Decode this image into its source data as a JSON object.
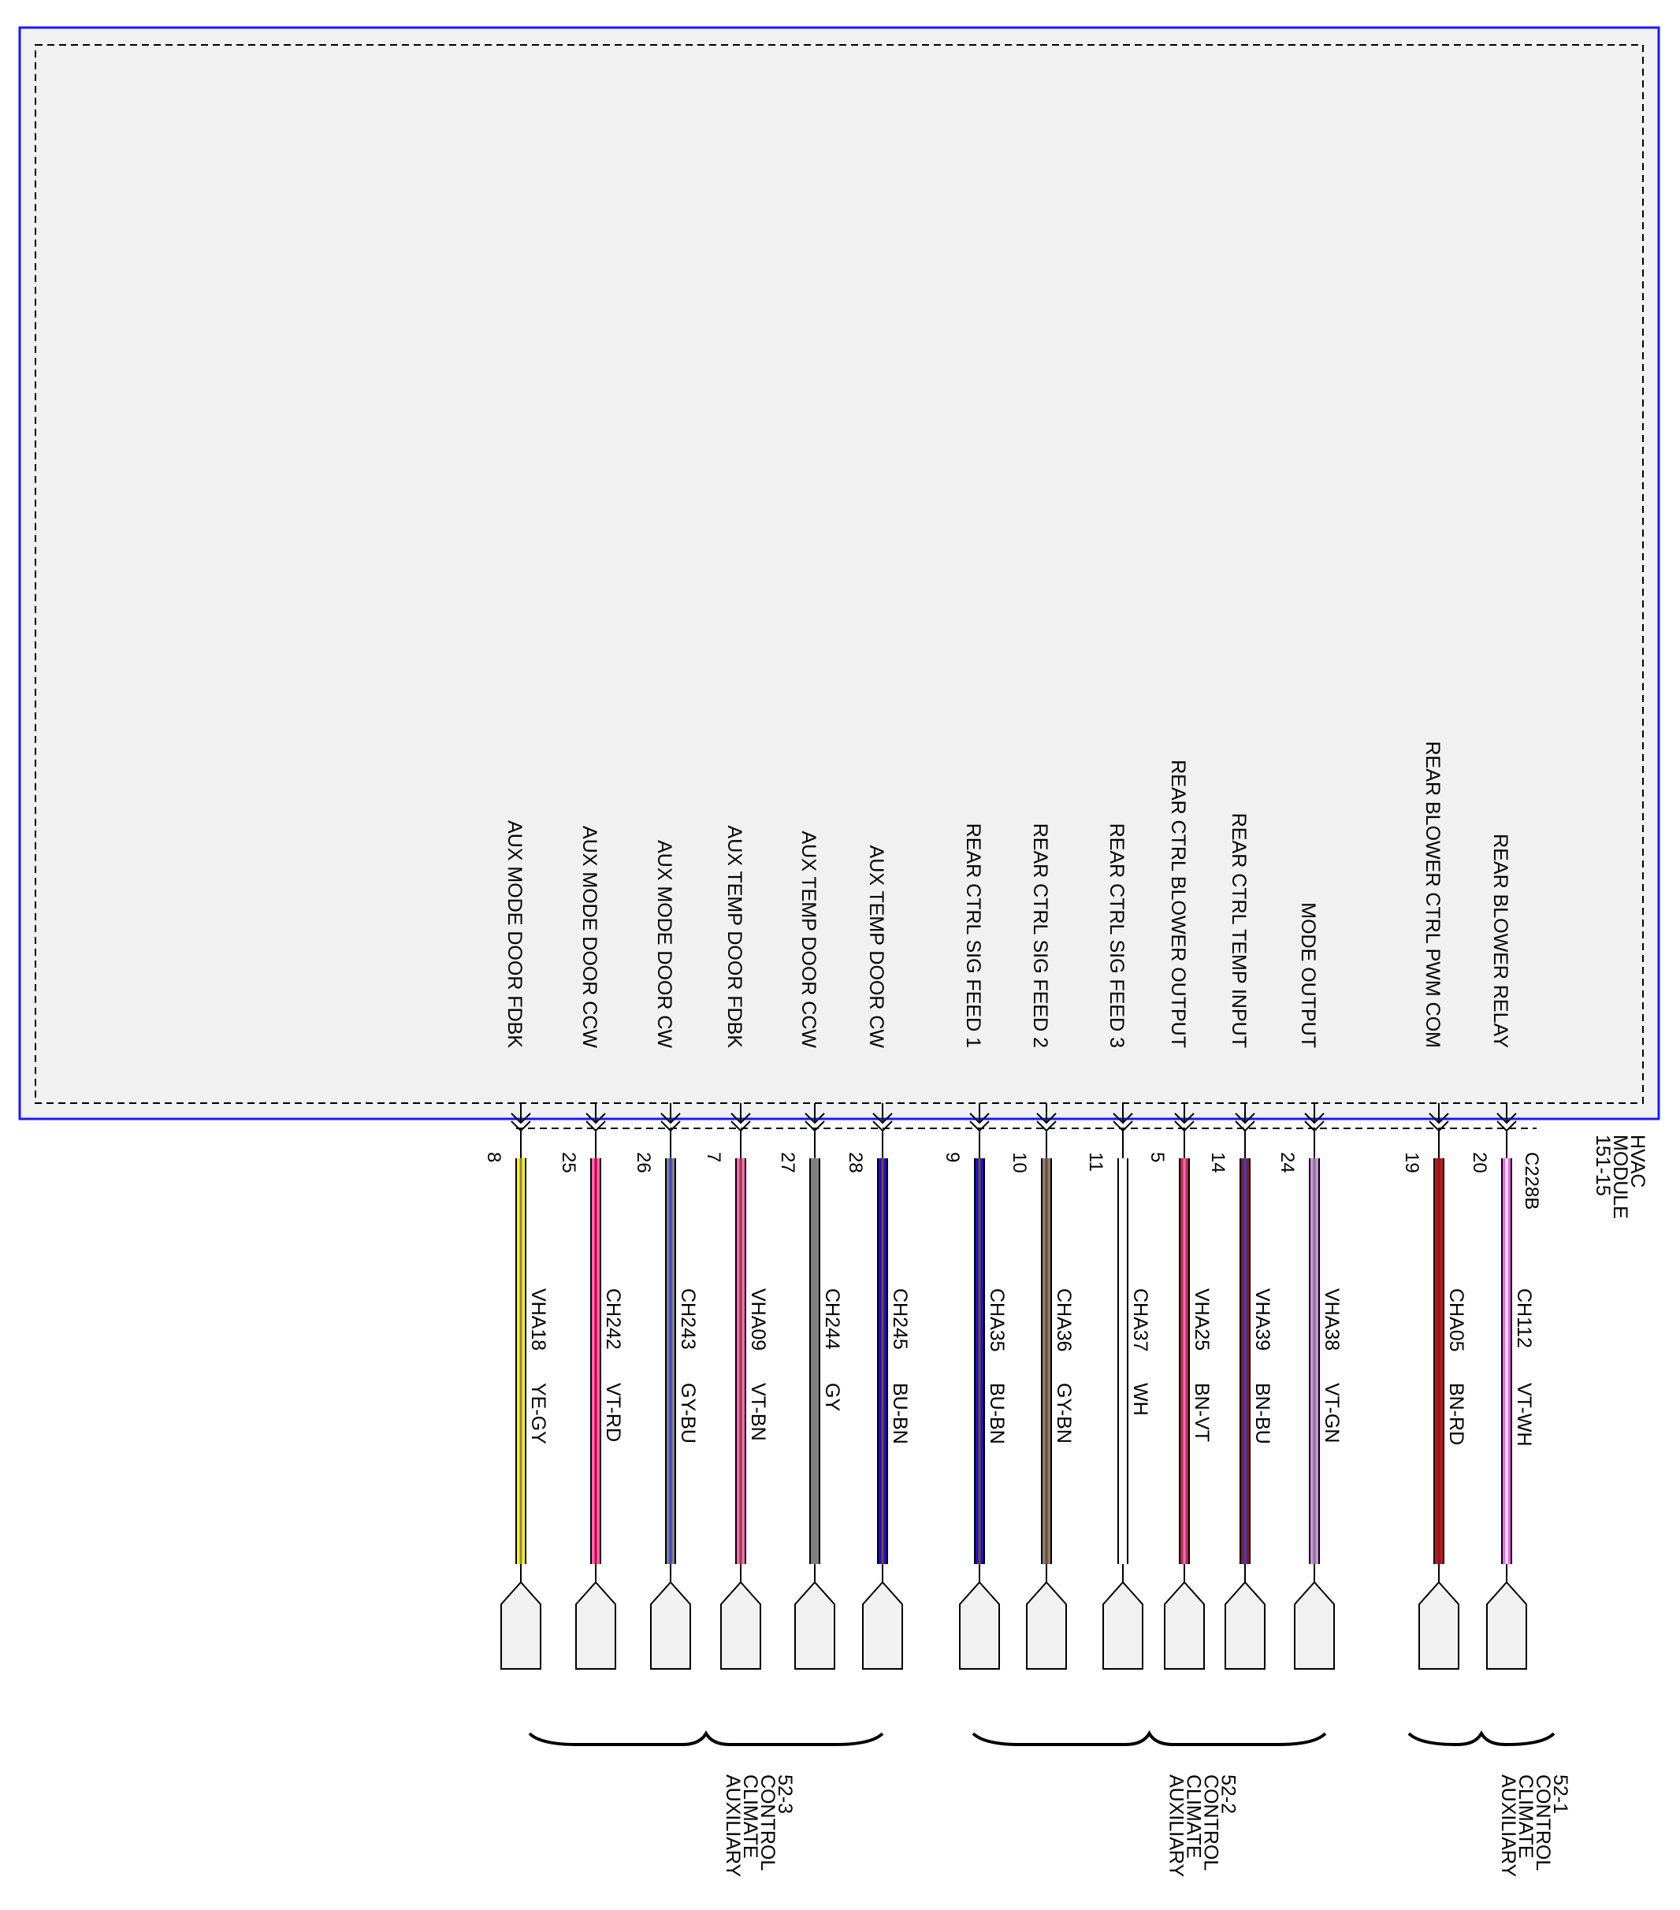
{
  "module": {
    "title_lines": [
      "HVAC",
      "MODULE",
      "151-15"
    ],
    "connector": "C228B",
    "colors": {
      "outer_border": "#1a1aff",
      "fill": "#f1f1f1",
      "inner_border": "#000000"
    }
  },
  "wires": [
    {
      "function": "AUX MODE DOOR FDBK",
      "pin": "8",
      "circuit": "VHA18",
      "color_code": "YE-GY",
      "colors": [
        "#ffff00",
        "#808080"
      ]
    },
    {
      "function": "AUX MODE DOOR CCW",
      "pin": "25",
      "circuit": "CH242",
      "color_code": "VT-RD",
      "colors": [
        "#ff66cc",
        "#e00000"
      ]
    },
    {
      "function": "AUX MODE DOOR CW",
      "pin": "26",
      "circuit": "CH243",
      "color_code": "GY-BU",
      "colors": [
        "#808080",
        "#3344dd"
      ]
    },
    {
      "function": "AUX TEMP DOOR FDBK",
      "pin": "7",
      "circuit": "VHA09",
      "color_code": "VT-BN",
      "colors": [
        "#ff66cc",
        "#8b4513"
      ]
    },
    {
      "function": "AUX TEMP DOOR CCW",
      "pin": "27",
      "circuit": "CH244",
      "color_code": "GY",
      "colors": [
        "#808080",
        "#808080"
      ]
    },
    {
      "function": "AUX TEMP DOOR CW",
      "pin": "28",
      "circuit": "CH245",
      "color_code": "BU-BN",
      "colors": [
        "#1010dd",
        "#8b4513"
      ]
    },
    {
      "function": "REAR CTRL SIG FEED 1",
      "pin": "9",
      "circuit": "CHA35",
      "color_code": "BU-BN",
      "colors": [
        "#1010dd",
        "#8b4513"
      ]
    },
    {
      "function": "REAR CTRL SIG FEED 2",
      "pin": "10",
      "circuit": "CHA36",
      "color_code": "GY-BN",
      "colors": [
        "#808080",
        "#8b4513"
      ]
    },
    {
      "function": "REAR CTRL SIG FEED 3",
      "pin": "11",
      "circuit": "CHA37",
      "color_code": "WH",
      "colors": [
        "#ffffff",
        "#ffffff"
      ]
    },
    {
      "function": "REAR CTRL BLOWER OUTPUT",
      "pin": "5",
      "circuit": "VHA25",
      "color_code": "BN-VT",
      "colors": [
        "#b03040",
        "#ff66cc"
      ]
    },
    {
      "function": "REAR CTRL TEMP INPUT",
      "pin": "14",
      "circuit": "VHA39",
      "color_code": "BN-BU",
      "colors": [
        "#8b1a2a",
        "#3344dd"
      ]
    },
    {
      "function": "MODE OUTPUT",
      "pin": "24",
      "circuit": "VHA38",
      "color_code": "VT-GN",
      "colors": [
        "#dd88ee",
        "#6b8e6b"
      ]
    },
    {
      "function": "REAR BLOWER CTRL PWM COM",
      "pin": "19",
      "circuit": "CHA05",
      "color_code": "BN-RD",
      "colors": [
        "#c01818",
        "#8b1a1a"
      ]
    },
    {
      "function": "REAR BLOWER RELAY",
      "pin": "20",
      "circuit": "CH112",
      "color_code": "VT-WH",
      "colors": [
        "#ee66ee",
        "#ffffff"
      ]
    }
  ],
  "destinations": [
    {
      "lines": [
        "AUXILIARY",
        "CLIMATE",
        "CONTROL",
        "52-3"
      ]
    },
    {
      "lines": [
        "AUXILIARY",
        "CLIMATE",
        "CONTROL",
        "52-2"
      ]
    },
    {
      "lines": [
        "AUXILIARY",
        "CLIMATE",
        "CONTROL",
        "52-1"
      ]
    }
  ]
}
